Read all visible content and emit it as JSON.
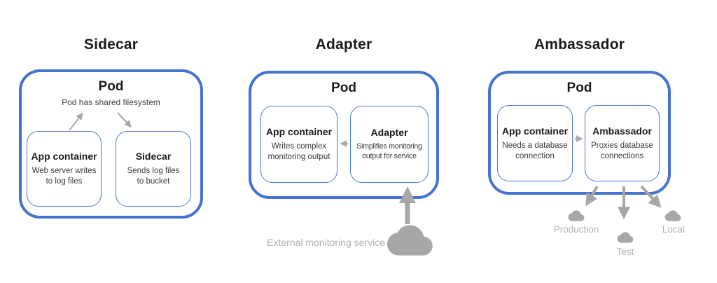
{
  "patterns": [
    {
      "title": "Sidecar",
      "pod": {
        "label": "Pod",
        "note": "Pod has shared filesystem"
      },
      "containers": [
        {
          "name": "App container",
          "lines": [
            "Web server writes",
            "to log files"
          ]
        },
        {
          "name": "Sidecar",
          "lines": [
            "Sends log files",
            "to bucket"
          ]
        }
      ]
    },
    {
      "title": "Adapter",
      "pod": {
        "label": "Pod"
      },
      "containers": [
        {
          "name": "App container",
          "lines": [
            "Writes complex",
            "monitoring output"
          ]
        },
        {
          "name": "Adapter",
          "lines": [
            "Simplifies monitoring",
            "output for service"
          ]
        }
      ],
      "external": {
        "label": "External monitoring service",
        "icon": "cloud-icon"
      }
    },
    {
      "title": "Ambassador",
      "pod": {
        "label": "Pod"
      },
      "containers": [
        {
          "name": "App container",
          "lines": [
            "Needs a database",
            "connection"
          ]
        },
        {
          "name": "Ambassador",
          "lines": [
            "Proxies database",
            "connections"
          ]
        }
      ],
      "targets": [
        {
          "label": "Production",
          "icon": "cloud-icon"
        },
        {
          "label": "Test",
          "icon": "cloud-icon"
        },
        {
          "label": "Local",
          "icon": "cloud-icon"
        }
      ]
    }
  ],
  "colors": {
    "pod_border": "#4573cf",
    "container_border": "#4b79d2",
    "arrow_gray": "#a7a7a7",
    "label_gray": "#b2b2b2",
    "heading_text": "#1b1b1b",
    "body_text": "#3c3c3c"
  }
}
